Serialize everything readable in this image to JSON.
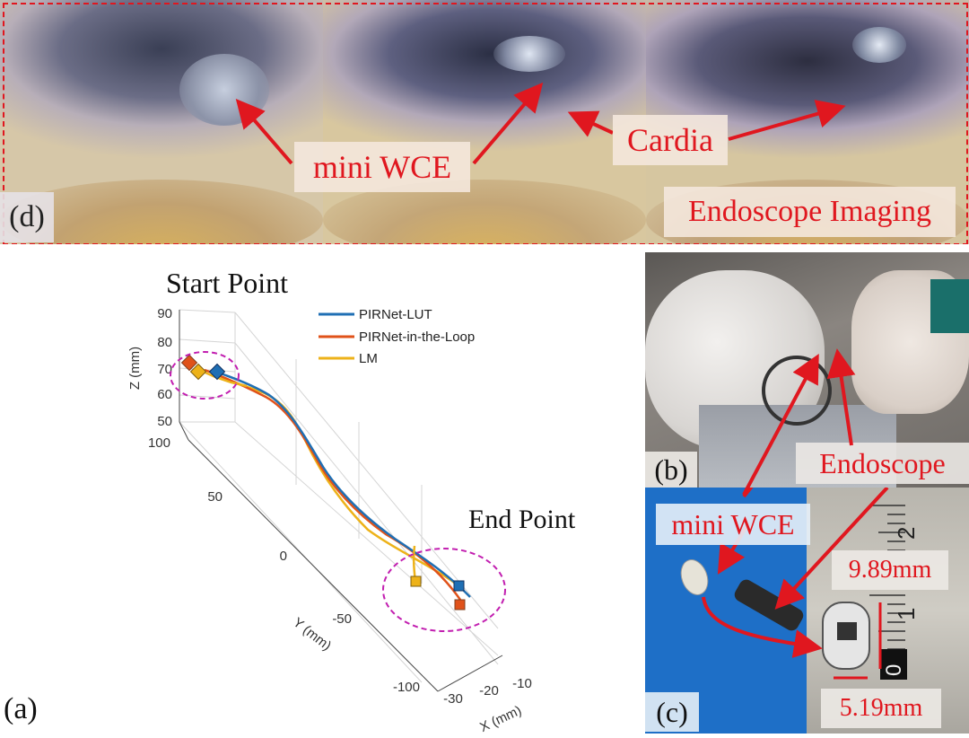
{
  "panel_d": {
    "letter": "(d)",
    "label_mini_wce": "mini WCE",
    "label_cardia": "Cardia",
    "label_endoscope_imaging": "Endoscope Imaging"
  },
  "panel_a": {
    "letter": "(a)",
    "start_label": "Start Point",
    "end_label": "End Point",
    "z_label": "Z (mm)",
    "y_label": "Y (mm)",
    "x_label": "X (mm)",
    "z_ticks": [
      "90",
      "80",
      "70",
      "60",
      "50"
    ],
    "y_ticks": [
      "100",
      "50",
      "0",
      "-50",
      "-100"
    ],
    "x_ticks": [
      "-30",
      "-20",
      "-10"
    ],
    "legend": [
      "PIRNet-LUT",
      "PIRNet-in-the-Loop",
      "LM"
    ],
    "series_colors": [
      "#1f6fb4",
      "#e0521a",
      "#edb219"
    ]
  },
  "panel_b": {
    "letter": "(b)",
    "label_endoscope": "Endoscope"
  },
  "panel_c": {
    "letter": "(c)",
    "label_mini_wce": "mini WCE",
    "dim_length": "9.89mm",
    "dim_width": "5.19mm",
    "ruler_numbers": [
      "2",
      "1",
      "0"
    ]
  }
}
